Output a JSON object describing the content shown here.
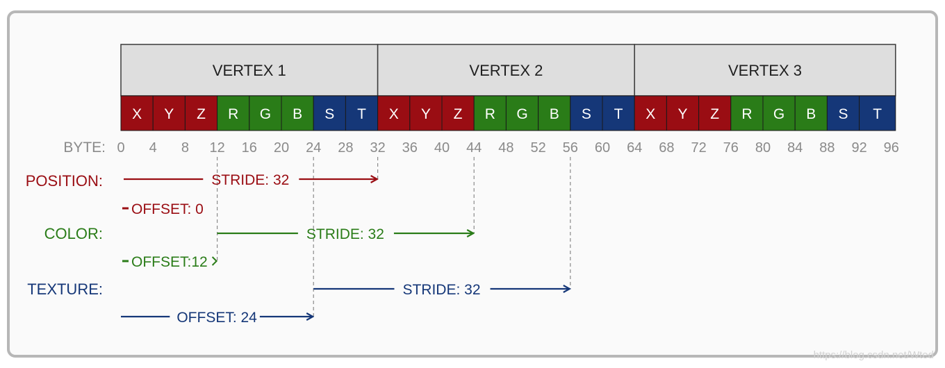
{
  "vertices": [
    "VERTEX 1",
    "VERTEX 2",
    "VERTEX 3"
  ],
  "components": [
    {
      "label": "X",
      "group": "position"
    },
    {
      "label": "Y",
      "group": "position"
    },
    {
      "label": "Z",
      "group": "position"
    },
    {
      "label": "R",
      "group": "color"
    },
    {
      "label": "G",
      "group": "color"
    },
    {
      "label": "B",
      "group": "color"
    },
    {
      "label": "S",
      "group": "texture"
    },
    {
      "label": "T",
      "group": "texture"
    }
  ],
  "colors": {
    "position": "#9a0d13",
    "color": "#2a7c18",
    "texture": "#153778",
    "header_bg": "#dedede",
    "tick_text": "#8a8a8a",
    "dashed": "#8a8a8a"
  },
  "byte_label": "BYTE:",
  "byte_ticks": [
    "0",
    "4",
    "8",
    "12",
    "16",
    "20",
    "24",
    "28",
    "32",
    "36",
    "40",
    "44",
    "48",
    "52",
    "56",
    "60",
    "64",
    "68",
    "72",
    "76",
    "80",
    "84",
    "88",
    "92",
    "96"
  ],
  "attributes": [
    {
      "key": "position",
      "name": "POSITION:",
      "stride_label": "STRIDE: 32",
      "offset_label": "OFFSET: 0"
    },
    {
      "key": "color",
      "name": "COLOR:",
      "stride_label": "STRIDE: 32",
      "offset_label": "OFFSET:12"
    },
    {
      "key": "texture",
      "name": "TEXTURE:",
      "stride_label": "STRIDE: 32",
      "offset_label": "OFFSET: 24"
    }
  ],
  "watermark": "https://blog.csdn.net/Wted"
}
